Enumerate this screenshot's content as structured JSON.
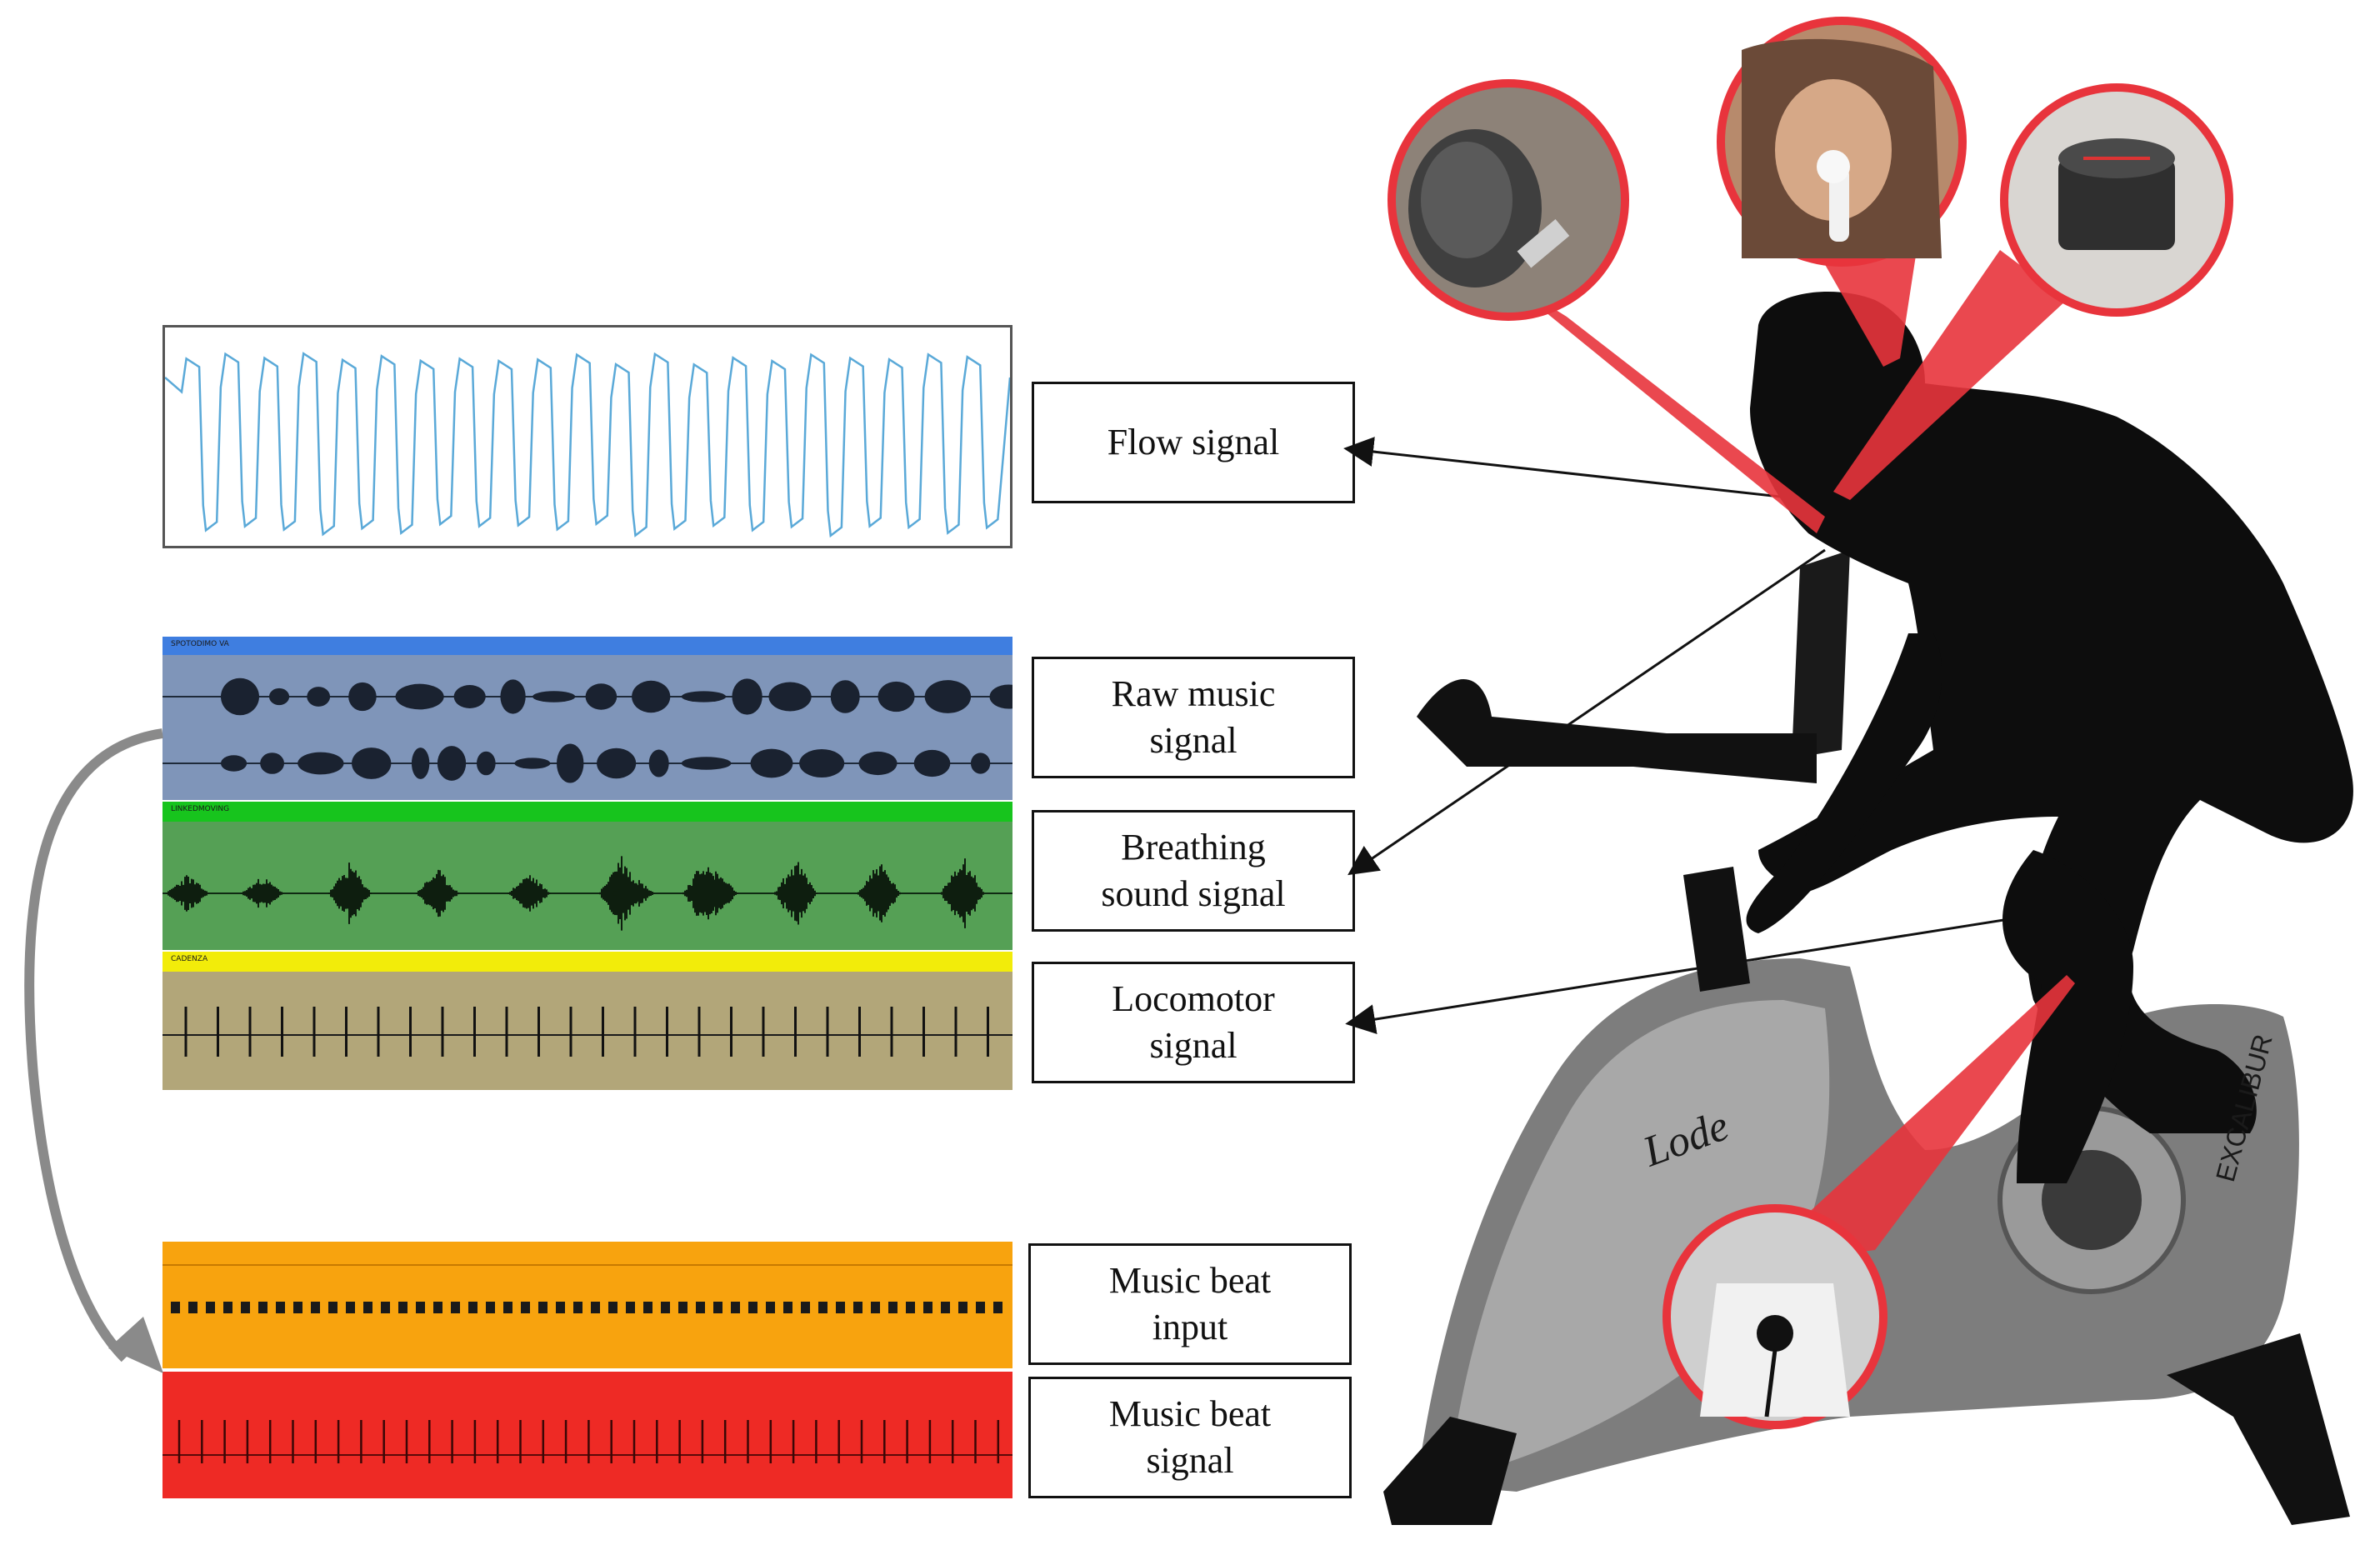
{
  "labels": {
    "flow": "Flow signal",
    "raw_line1": "Raw music",
    "raw_line2": "signal",
    "breath_line1": "Breathing",
    "breath_line2": "sound signal",
    "loco_line1": "Locomotor",
    "loco_line2": "signal",
    "beat_input_line1": "Music beat",
    "beat_input_line2": "input",
    "beat_signal_line1": "Music beat",
    "beat_signal_line2": "signal"
  },
  "track_titles": {
    "raw": "SPOTODIMO VA",
    "breath": "LINKEDMOVING",
    "loco": "CADENZA"
  },
  "bike_text": {
    "brand": "Lode",
    "model": "EXCALIBUR"
  },
  "colors": {
    "flow_line": "#5aa9d8",
    "raw_bg": "#7f95b9",
    "raw_bar": "#3f7ee0",
    "breath_bg": "#55a055",
    "breath_bar": "#17c41d",
    "loco_bg": "#b2a679",
    "loco_bar": "#f2ec0a",
    "beat_input_bg": "#f8a30e",
    "beat_signal_bg": "#ee2a25",
    "callout_red": "#e8343c"
  }
}
